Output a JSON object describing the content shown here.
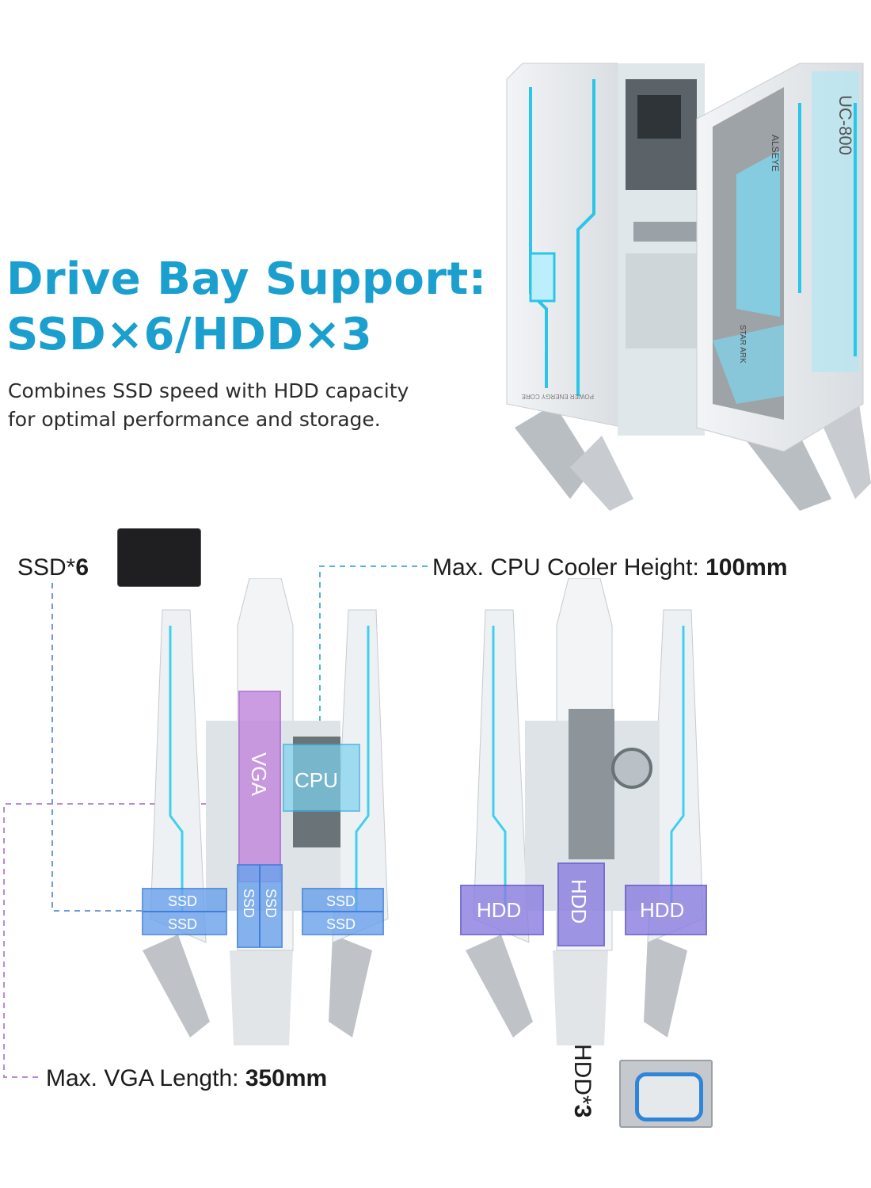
{
  "headline": {
    "line1": "Drive Bay Support:",
    "line2": "SSD×6/HDD×3"
  },
  "subtext": {
    "line1": "Combines SSD speed with HDD capacity",
    "line2": "for optimal performance and storage."
  },
  "case_branding": {
    "model": "UC-800",
    "brand": "ALSEYE",
    "panel_text": "STAR ARK",
    "bottom_text": "POWER ENERGY CORE"
  },
  "callouts": {
    "ssd": {
      "label": "SSD*",
      "count": "6"
    },
    "cpu": {
      "label": "Max. CPU Cooler Height: ",
      "value": "100mm"
    },
    "vga": {
      "label": "Max. VGA Length: ",
      "value": "350mm"
    },
    "hdd": {
      "label": "HDD*",
      "count": "3"
    }
  },
  "diagram_tags": {
    "vga": "VGA",
    "cpu": "CPU",
    "ssd": "SSD",
    "hdd": "HDD"
  },
  "colors": {
    "headline": "#1a9fcf",
    "accent_cyan": "#29c6e8",
    "ssd_blue": "#4f8fe6",
    "vga_purple": "#b57ad6",
    "hdd_violet": "#8a7de0"
  }
}
